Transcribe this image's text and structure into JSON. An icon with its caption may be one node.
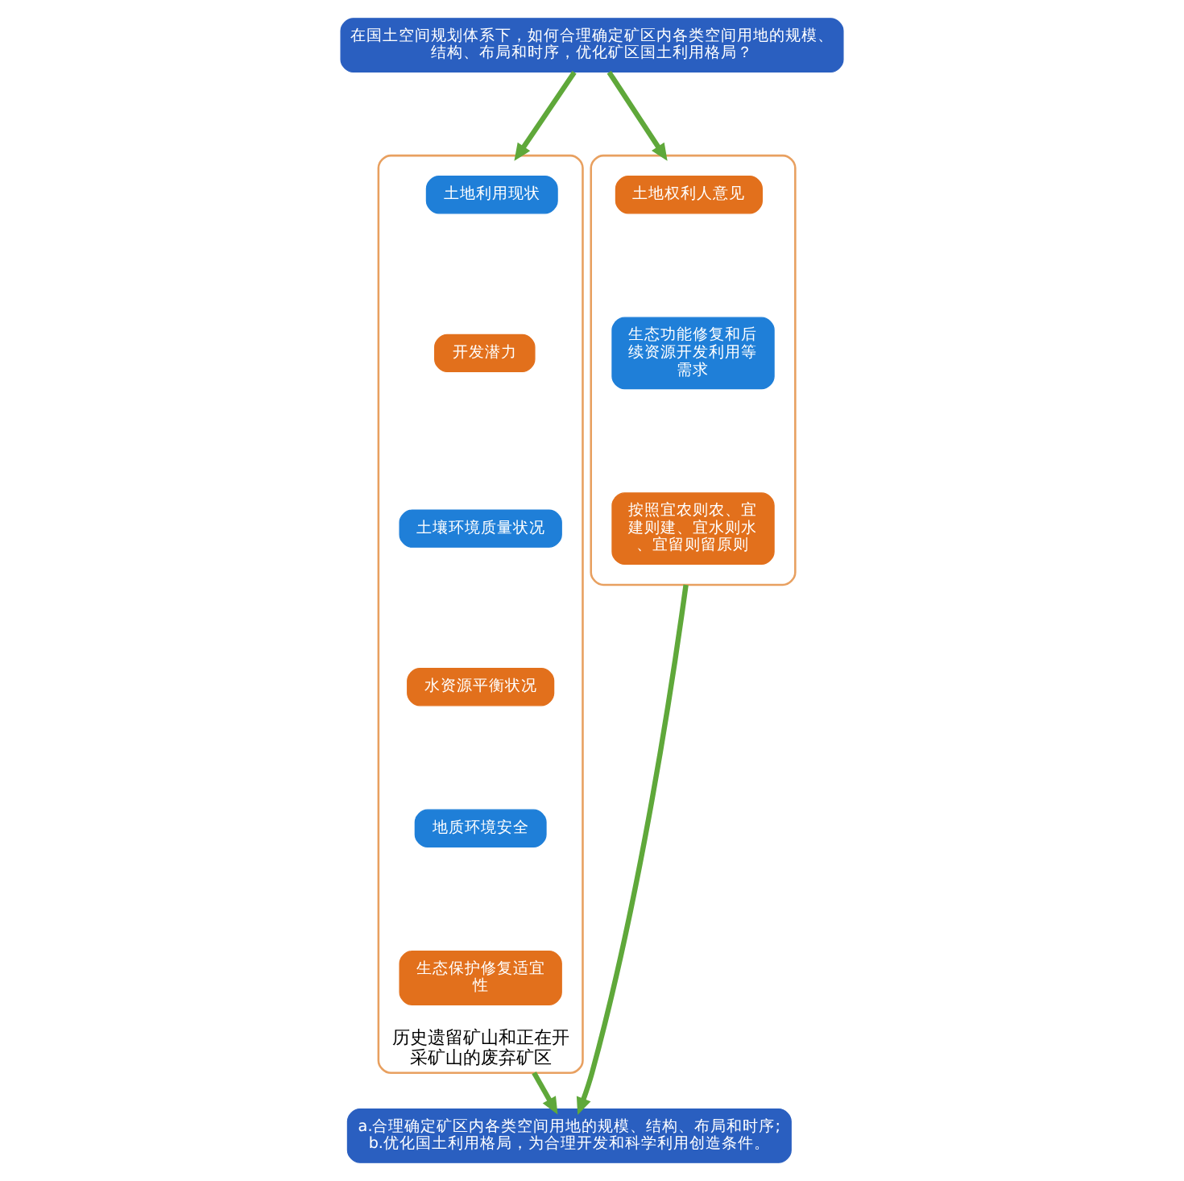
{
  "diagram": {
    "nodes": [
      {
        "text": [
          "在国土空间规划体系下，如何合理确定矿区内各类空间用地的规模、结构、布局和时序，优化矿区国土利用格局？"
        ]
      },
      {
        "text": [
          "历史遗留矿山和正在开采矿山的废弃矿区"
        ]
      },
      {
        "text": [
          "土地利用现状"
        ],
        "in": 1
      },
      {
        "text": [
          "开发潜力"
        ],
        "in": 1
      },
      {
        "text": [
          "土壤环境质量状况"
        ],
        "in": 1
      },
      {
        "text": [
          "水资源平衡状况"
        ],
        "in": 1
      },
      {
        "text": [
          "地质环境安全"
        ],
        "in": 1
      },
      {
        "text": [
          "生态保护修复适宜性"
        ],
        "in": 1
      },
      {
        "text": [],
        "shape": "box"
      },
      {
        "text": [
          "土地权利人意见"
        ],
        "in": 8
      },
      {
        "text": [
          "生态功能修复和后续资源开发利用等需求"
        ],
        "in": 8
      },
      {
        "text": [
          "按照宜农则农、宜建则建、宜水则水、宜留则留原则"
        ],
        "in": 8
      },
      {
        "text": [
          "a.合理确定矿区内各类空间用地的规模、结构、布局和时序;",
          "b.优化国土利用格局，为合理开发和科学利用创造条件。"
        ]
      }
    ],
    "edges": [
      {
        "from": 0,
        "to": 1,
        "arrow": "to"
      },
      {
        "from": 0,
        "to": 8,
        "arrow": "to"
      },
      {
        "from": 1,
        "to": 12,
        "arrow": "to"
      },
      {
        "from": 8,
        "to": 12,
        "arrow": "to"
      }
    ]
  }
}
